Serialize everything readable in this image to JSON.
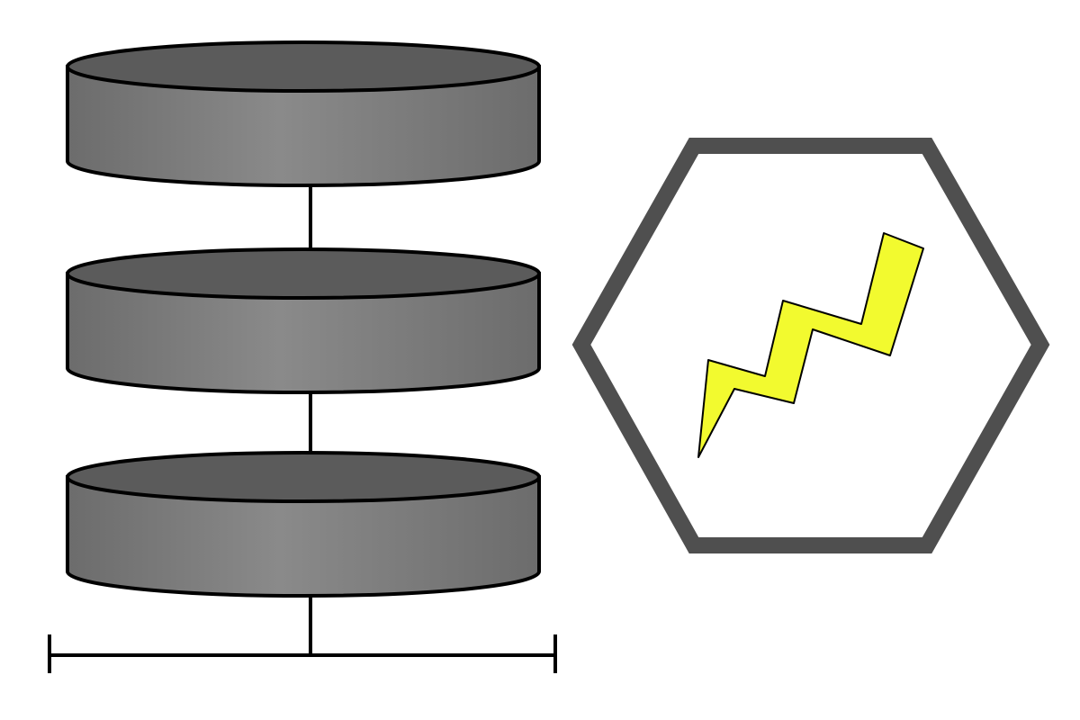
{
  "diagram": {
    "database_stack": {
      "disk_count": 3,
      "colors": {
        "side_light": "#8a8a8a",
        "side_dark": "#6c6c6c",
        "top": "#5b5b5b",
        "stroke": "#000000"
      },
      "disks": [
        {
          "name": "database-disk-top"
        },
        {
          "name": "database-disk-middle"
        },
        {
          "name": "database-disk-bottom"
        }
      ]
    },
    "network_bus": {
      "color": "#000000"
    },
    "hexagon_badge": {
      "icon": "lightning-bolt-icon",
      "frame_color": "#4f4f4f",
      "fill_color": "#ffffff",
      "bolt_color": "#f2fa2f",
      "bolt_stroke": "#000000"
    }
  }
}
